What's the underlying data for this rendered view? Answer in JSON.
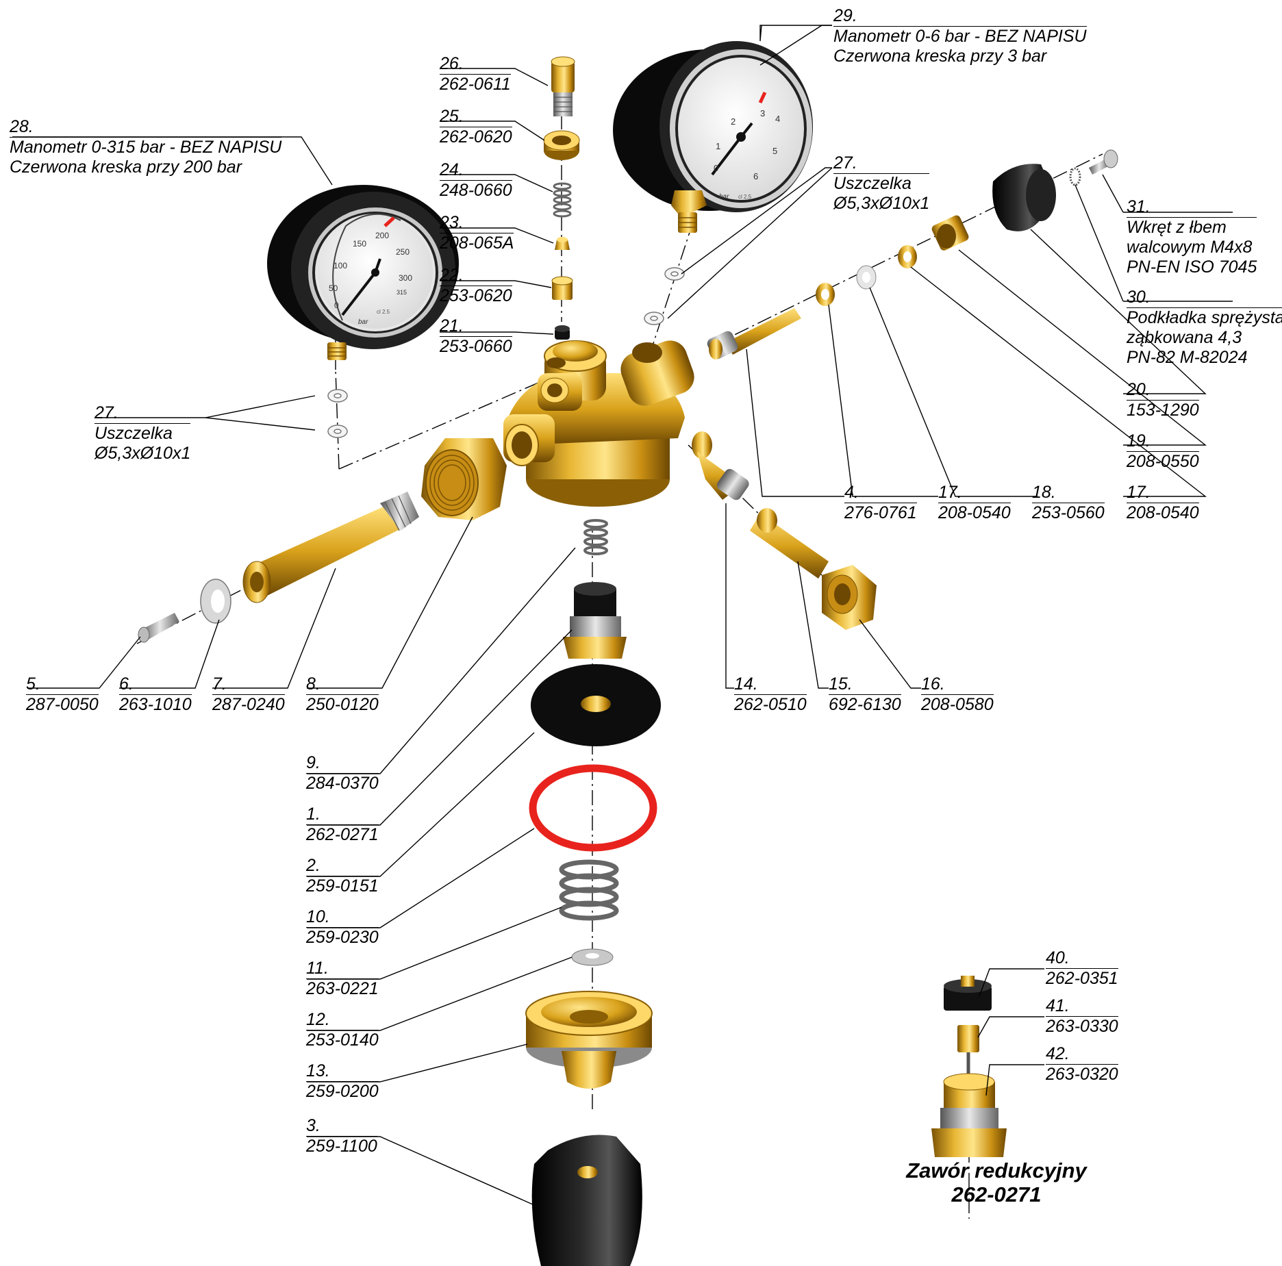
{
  "labels": [
    {
      "id": "p28",
      "num": "28.",
      "lines": [
        "Manometr 0-315 bar - BEZ NAPISU",
        "Czerwona kreska przy 200 bar"
      ]
    },
    {
      "id": "p29",
      "num": "29.",
      "lines": [
        "Manometr 0-6 bar - BEZ NAPISU",
        "Czerwona kreska przy 3 bar"
      ]
    },
    {
      "id": "p26",
      "num": "26.",
      "lines": [
        "262-0611"
      ]
    },
    {
      "id": "p25",
      "num": "25.",
      "lines": [
        "262-0620"
      ]
    },
    {
      "id": "p24",
      "num": "24.",
      "lines": [
        "248-0660"
      ]
    },
    {
      "id": "p23",
      "num": "23.",
      "lines": [
        "208-065A"
      ]
    },
    {
      "id": "p22",
      "num": "22.",
      "lines": [
        "253-0620"
      ]
    },
    {
      "id": "p21",
      "num": "21.",
      "lines": [
        "253-0660"
      ]
    },
    {
      "id": "p27a",
      "num": "27.",
      "lines": [
        "Uszczelka",
        "Ø5,3xØ10x1"
      ]
    },
    {
      "id": "p27b",
      "num": "27.",
      "lines": [
        "Uszczelka",
        "Ø5,3xØ10x1"
      ]
    },
    {
      "id": "p31",
      "num": "31.",
      "lines": [
        "Wkręt z łbem",
        "walcowym M4x8",
        "PN-EN ISO 7045"
      ]
    },
    {
      "id": "p30",
      "num": "30.",
      "lines": [
        "Podkładka sprężysta",
        "ząbkowana 4,3",
        "PN-82 M-82024"
      ]
    },
    {
      "id": "p20",
      "num": "20.",
      "lines": [
        "153-1290"
      ]
    },
    {
      "id": "p19",
      "num": "19.",
      "lines": [
        "208-0550"
      ]
    },
    {
      "id": "p4",
      "num": "4.",
      "lines": [
        "276-0761"
      ]
    },
    {
      "id": "p17a",
      "num": "17.",
      "lines": [
        "208-0540"
      ]
    },
    {
      "id": "p18",
      "num": "18.",
      "lines": [
        "253-0560"
      ]
    },
    {
      "id": "p17b",
      "num": "17.",
      "lines": [
        "208-0540"
      ]
    },
    {
      "id": "p5",
      "num": "5.",
      "lines": [
        "287-0050"
      ]
    },
    {
      "id": "p6",
      "num": "6.",
      "lines": [
        "263-1010"
      ]
    },
    {
      "id": "p7",
      "num": "7.",
      "lines": [
        "287-0240"
      ]
    },
    {
      "id": "p8",
      "num": "8.",
      "lines": [
        "250-0120"
      ]
    },
    {
      "id": "p14",
      "num": "14.",
      "lines": [
        "262-0510"
      ]
    },
    {
      "id": "p15",
      "num": "15.",
      "lines": [
        "692-6130"
      ]
    },
    {
      "id": "p16",
      "num": "16.",
      "lines": [
        "208-0580"
      ]
    },
    {
      "id": "p9",
      "num": "9.",
      "lines": [
        "284-0370"
      ]
    },
    {
      "id": "p1",
      "num": "1.",
      "lines": [
        "262-0271"
      ]
    },
    {
      "id": "p2",
      "num": "2.",
      "lines": [
        "259-0151"
      ]
    },
    {
      "id": "p10",
      "num": "10.",
      "lines": [
        "259-0230"
      ]
    },
    {
      "id": "p11",
      "num": "11.",
      "lines": [
        "263-0221"
      ]
    },
    {
      "id": "p12",
      "num": "12.",
      "lines": [
        "253-0140"
      ]
    },
    {
      "id": "p13",
      "num": "13.",
      "lines": [
        "259-0200"
      ]
    },
    {
      "id": "p3",
      "num": "3.",
      "lines": [
        "259-1100"
      ]
    },
    {
      "id": "p40",
      "num": "40.",
      "lines": [
        "262-0351"
      ]
    },
    {
      "id": "p41",
      "num": "41.",
      "lines": [
        "263-0330"
      ]
    },
    {
      "id": "p42",
      "num": "42.",
      "lines": [
        "263-0320"
      ]
    }
  ],
  "caption": {
    "line1": "Zawór redukcyjny",
    "line2": "262-0271"
  },
  "gauges": {
    "high": {
      "ticks": [
        "0",
        "50",
        "100",
        "150",
        "200",
        "250",
        "300",
        "315"
      ],
      "unit": "bar",
      "class": "cl 2.5",
      "range_max": 315,
      "red_mark": 200
    },
    "low": {
      "ticks": [
        "0",
        "1",
        "2",
        "3",
        "4",
        "5",
        "6"
      ],
      "unit": "bar",
      "class": "cl 2.5",
      "range_max": 6,
      "red_mark": 3
    }
  },
  "colors": {
    "brass": "#d9a21b",
    "brass_dark": "#8a5f05",
    "brass_light": "#ffe07a",
    "black": "#111111",
    "steel": "#9a9a9a",
    "red": "#e8231d"
  }
}
